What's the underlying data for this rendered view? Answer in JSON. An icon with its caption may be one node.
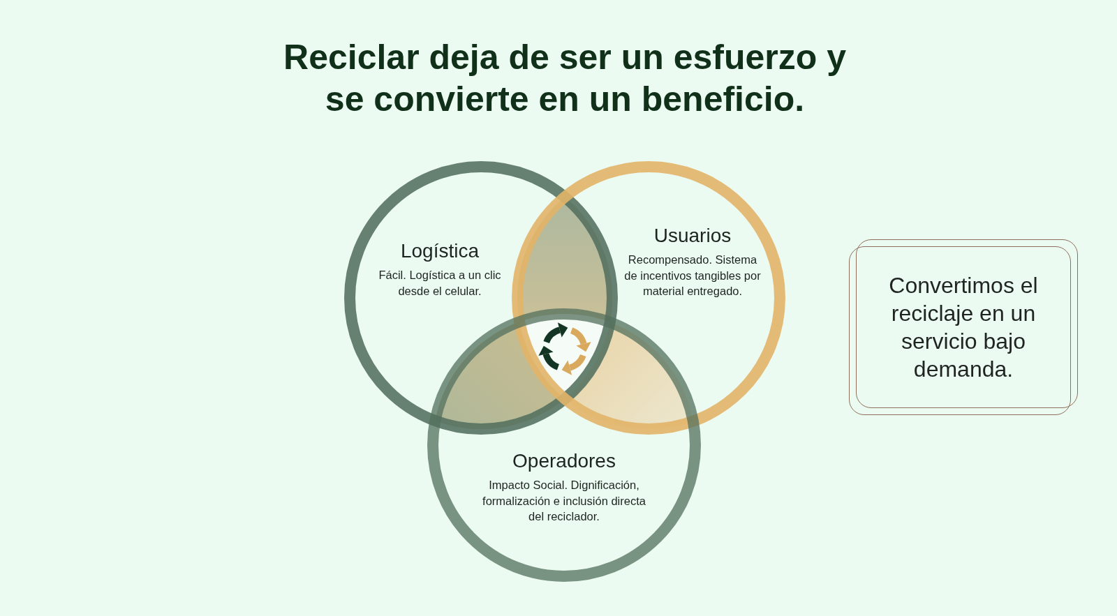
{
  "diagram": {
    "title": "Reciclar deja de ser un esfuerzo y se convierte en un beneficio.",
    "nodes": [
      {
        "text": [
          "Logística",
          "Fácil. Logística a un clic desde el celular."
        ]
      },
      {
        "text": [
          "Usuarios",
          "Recompensado. Sistema de incentivos tangibles por material entregado."
        ]
      },
      {
        "text": [
          "Operadores",
          "Impacto Social. Dignificación, formalización e inclusión directa del reciclador."
        ]
      },
      {
        "text": [
          "Convertimos el reciclaje en un servicio bajo demanda."
        ]
      }
    ]
  }
}
